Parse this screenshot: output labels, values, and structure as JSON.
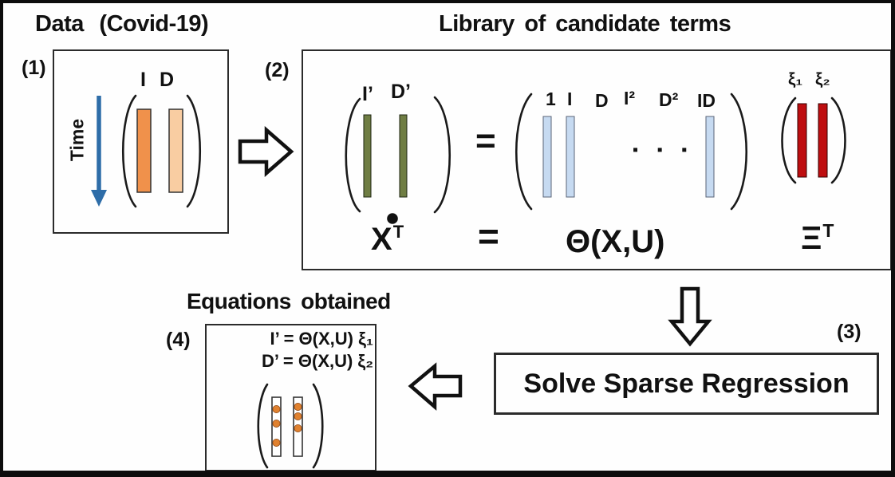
{
  "colors": {
    "i_bar": "#F0914B",
    "d_bar": "#F9CDA2",
    "derivative_bar": "#6F7D43",
    "library_bar": "#C6DAF1",
    "xi_bar": "#BE0E10",
    "coef_dot": "#E0812F",
    "time_arrow": "#2E6DA8"
  },
  "step1": {
    "number": "(1)",
    "title": "Data (Covid-19)",
    "time_label": "Time",
    "columns": [
      "I",
      "D"
    ]
  },
  "step2": {
    "number": "(2)",
    "title": "Library of candidate terms",
    "lhs_cols": [
      "I’",
      "D’"
    ],
    "library_cols": [
      "1",
      "I",
      "D",
      "I²",
      "D²",
      "ID"
    ],
    "ellipsis": "▪ ▪ ▪",
    "xi_cols": [
      "ξ₁",
      "ξ₂"
    ],
    "equals_top": "=",
    "equals_bottom": "=",
    "xdot": {
      "base": "X",
      "sup": "T"
    },
    "theta": "Θ(X,U)",
    "xi": {
      "base": "Ξ",
      "sup": "T"
    }
  },
  "step3": {
    "number": "(3)",
    "label": "Solve Sparse Regression"
  },
  "step4": {
    "number": "(4)",
    "title": "Equations obtained",
    "eq1": "I’ = Θ(X,U) ξ₁",
    "eq2": "D’ = Θ(X,U) ξ₂",
    "sparse_coeff_dots": {
      "col1": 3,
      "col2": 3
    }
  }
}
